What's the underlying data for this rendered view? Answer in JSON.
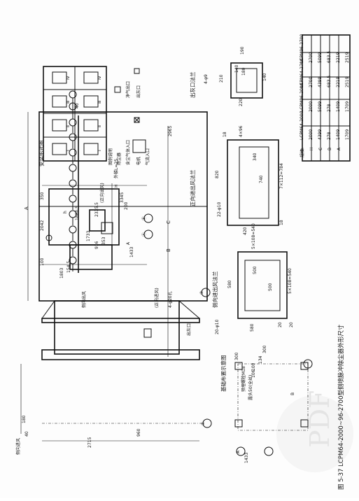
{
  "caption": "图 5-37 LCPM64-2000~96-2700型侧喷脉冲除尘器外形尺寸",
  "watermark": "PDF",
  "front_view": {
    "dims": {
      "A": "A",
      "B": "B",
      "C": "C",
      "d40a": "40",
      "d40b": "40",
      "d180": "180",
      "d2715": "2715",
      "d960": "960",
      "d2965": "2965",
      "holes": "4-φ20孔",
      "axis1": "①",
      "axis2": "②"
    },
    "labels": {
      "side_inlet": "侧向进风",
      "side_outlet": "侧向出风",
      "front_inlet": "(正向进风)",
      "ash": "出灰口"
    }
  },
  "side_view": {
    "dims": {
      "d350": "350",
      "d2042": "2042",
      "d100": "100",
      "d154": "154.5",
      "h": "h",
      "A": "A",
      "H": "H",
      "d3345": "3345",
      "d200": "200",
      "d1880": "1880.5",
      "d1733": "1733",
      "d2335": "2335.5",
      "d916": "916",
      "d353": "353",
      "d1433": "1433",
      "d1803": "1803",
      "ladder": "外梯L=25"
    },
    "labels": {
      "front_outlet": "(正向出风)",
      "axisA": "Ⓐ",
      "axisB": "Ⓑ"
    }
  },
  "arrangement": {
    "title": "安装形式图",
    "cells": [
      "Ⅳ",
      "Ⅲ",
      "Ⅱ",
      "Ⅰ",
      "Ⅳ",
      "Ⅲ",
      "Ⅱ",
      "Ⅰ"
    ]
  },
  "legend": {
    "title": "图例说明",
    "items": [
      "除尘器",
      "含尘气体入口",
      "净气出口",
      "出灰口",
      "电机",
      "气流入口"
    ]
  },
  "outlet_flange": {
    "title": "正向进出风法兰",
    "dims": {
      "holes": "22-φ10",
      "w420": "420",
      "h820": "820",
      "w740": "740",
      "in340": "340",
      "top": "4×96",
      "d18": "18",
      "d18b": "18",
      "side": "7×112=784"
    }
  },
  "inlet_flange": {
    "title": "侧向进出风法兰",
    "dims": {
      "holes": "20-φ10",
      "w580": "580",
      "h580": "580",
      "in500a": "500",
      "in500b": "500",
      "top": "5×108=540",
      "side": "5×108=540",
      "d20a": "20",
      "d20b": "20"
    }
  },
  "ash_flange": {
    "title": "出灰口法兰",
    "dims": {
      "holes": "4-φ9",
      "d190": "190",
      "d210": "210",
      "d180": "180",
      "d140a": "140",
      "d140b": "140",
      "d220": "220"
    }
  },
  "foundation": {
    "title": "基础布置示意图",
    "bolt": "预埋螺栓M18",
    "expose": "露头50(全丝)",
    "dims": {
      "d300": "300",
      "d100": "100",
      "d134": "134",
      "d106": "106",
      "d300b": "300",
      "d1433": "1433",
      "B": "B",
      "A": "A"
    }
  },
  "table": {
    "header": "规格",
    "size_labels": [
      "h",
      "H",
      "C",
      "B",
      "A"
    ],
    "columns": [
      {
        "model": "LCPM64-2000",
        "values": [
          "2000",
          "4399",
          "278",
          "1409",
          "1709"
        ]
      },
      {
        "model": "LCPM96-2000",
        "values": [
          "2000",
          "5099",
          "278",
          "1409",
          "1709"
        ]
      },
      {
        "model": "LCPM64-2700",
        "values": [
          "2700",
          "4399",
          "683.5",
          "2219",
          "2519"
        ]
      },
      {
        "model": "LCPM96-2700",
        "values": [
          "2700",
          "5099",
          "683.5",
          "2219",
          "2519"
        ]
      }
    ]
  }
}
